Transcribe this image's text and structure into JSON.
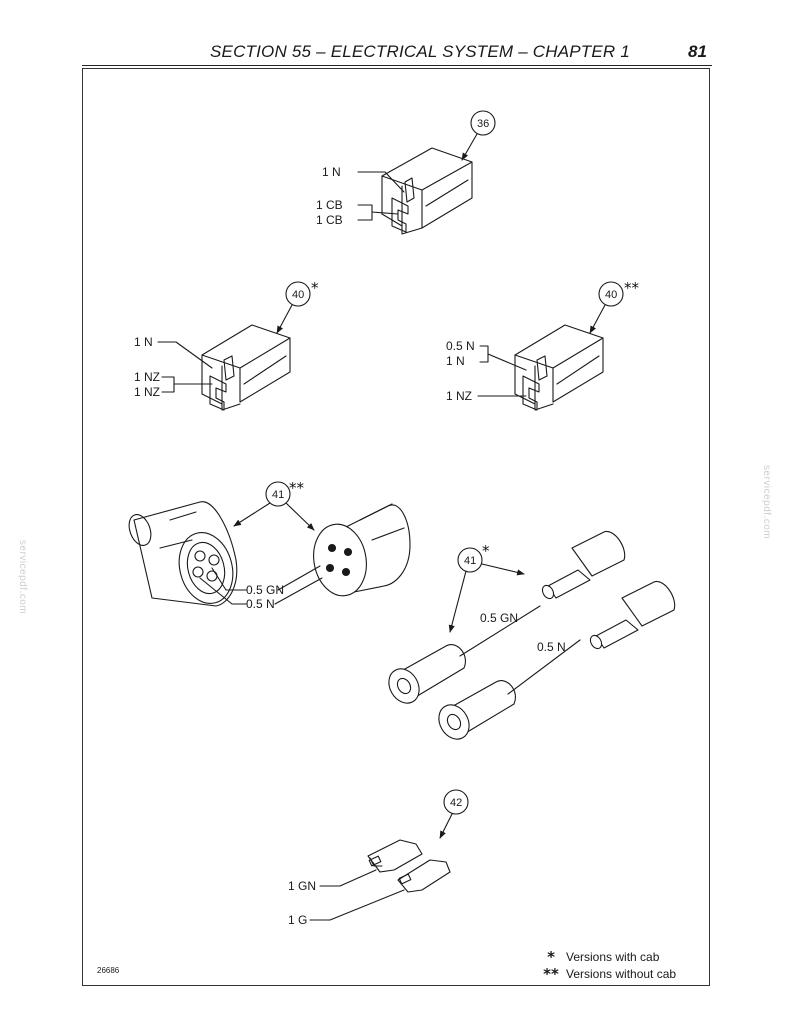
{
  "header": {
    "title": "SECTION 55 – ELECTRICAL SYSTEM – CHAPTER 1",
    "page_number": "81"
  },
  "watermark": {
    "text": "servicepdf.com"
  },
  "connectors": {
    "c36": {
      "callout": "36",
      "labels": [
        "1 N",
        "1 CB",
        "1 CB"
      ]
    },
    "c40a": {
      "callout": "40",
      "marker": "*",
      "labels": [
        "1 N",
        "1 NZ",
        "1 NZ"
      ]
    },
    "c40b": {
      "callout": "40",
      "marker": "**",
      "labels": [
        "0.5 N",
        "1 N",
        "1 NZ"
      ]
    },
    "c41a": {
      "callout": "41",
      "marker": "**",
      "labels": [
        "0.5 GN",
        "0.5 N"
      ]
    },
    "c41b": {
      "callout": "41",
      "marker": "*",
      "labels": [
        "0.5 GN",
        "0.5 N"
      ]
    },
    "c42": {
      "callout": "42",
      "labels": [
        "1 GN",
        "1 G"
      ]
    }
  },
  "legend": [
    {
      "symbol": "*",
      "text": "Versions with cab"
    },
    {
      "symbol": "**",
      "text": "Versions without cab"
    }
  ],
  "figure_number": "26686"
}
